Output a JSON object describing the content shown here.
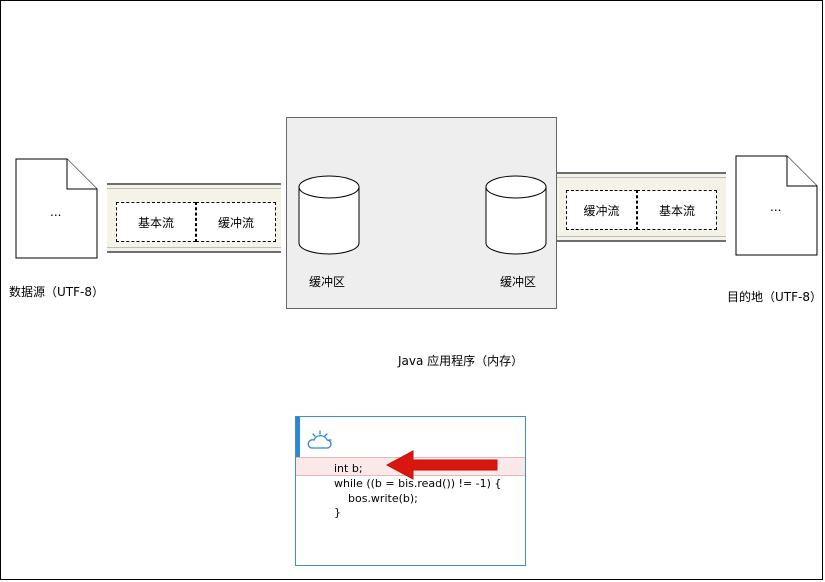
{
  "source": {
    "doc_text": "...",
    "label": "数据源（UTF-8）"
  },
  "target": {
    "doc_text": "...",
    "label": "目的地（UTF-8）"
  },
  "left_pipe": {
    "stream_1": "基本流",
    "stream_2": "缓冲流"
  },
  "right_pipe": {
    "stream_1": "缓冲流",
    "stream_2": "基本流"
  },
  "app": {
    "buffer_left": "缓冲区",
    "buffer_right": "缓冲区",
    "caption": "Java 应用程序（内存）"
  },
  "code": {
    "line1": "int b;",
    "line2": "while ((b = bis.read()) != -1) {",
    "line3": "    bos.write(b);",
    "line4": "}"
  },
  "colors": {
    "highlight_arrow": "#d9160f",
    "panel_border": "#3b8ed6"
  }
}
